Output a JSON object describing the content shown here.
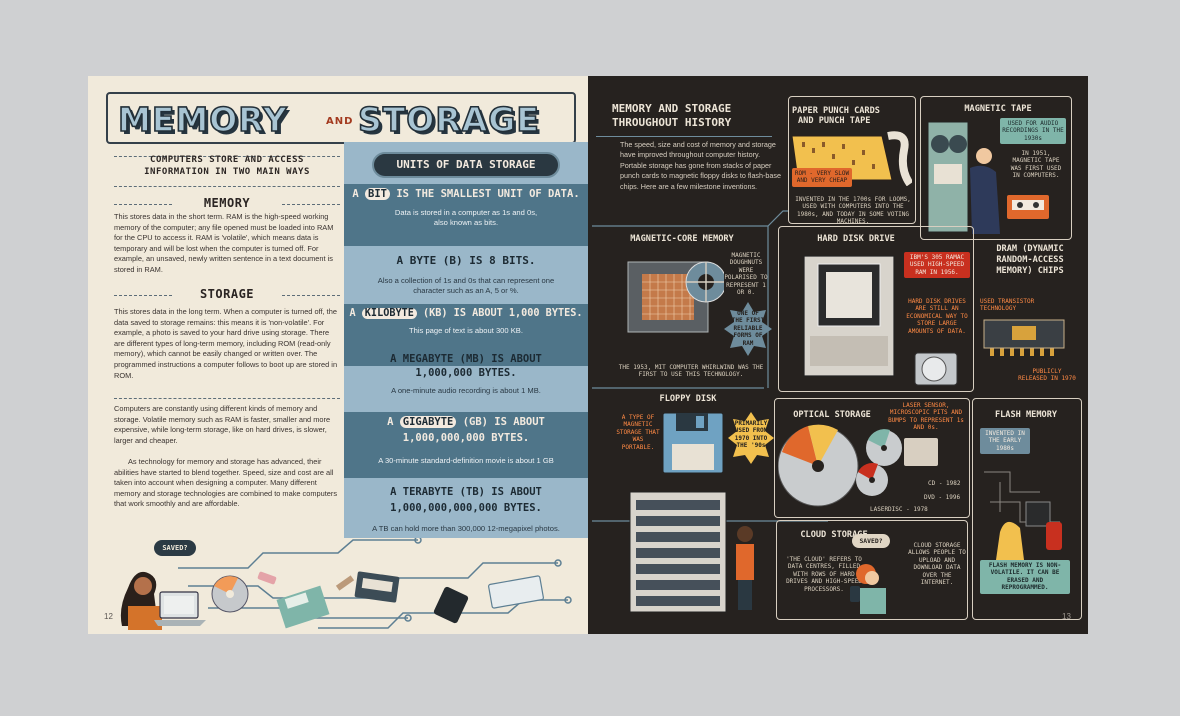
{
  "left_page": {
    "title": {
      "w1": "MEMORY",
      "w2": "AND",
      "w3": "STORAGE"
    },
    "intro": "COMPUTERS STORE AND ACCESS INFORMATION IN TWO MAIN WAYS",
    "memory": {
      "heading": "MEMORY",
      "text": "This stores data in the short term. RAM is the high-speed working memory of the computer; any file opened must be loaded into RAM for the CPU to access it. RAM is 'volatile', which means data is temporary and will be lost when the computer is turned off. For example, an unsaved, newly written sentence in a text document is stored in RAM."
    },
    "storage": {
      "heading": "STORAGE",
      "text": "This stores data in the long term. When a computer is turned off, the data saved to storage remains: this means it is 'non-volatile'. For example, a photo is saved to your hard drive using storage. There are different types of long-term memory, including ROM (read-only memory), which cannot be easily changed or written over. The programmed instructions a computer follows to boot up are stored in ROM."
    },
    "para3": "Computers are constantly using different kinds of memory and storage. Volatile memory such as RAM is faster, smaller and more expensive, while long-term storage, like on hard drives, is slower, larger and cheaper.",
    "para4": "As technology for memory and storage has advanced, their abilities have started to blend together. Speed, size and cost are all taken into account when designing a computer. Many different memory and storage technologies are combined to make computers that work smoothly and are affordable.",
    "saved_bubble": "SAVED?",
    "page_number": "12",
    "units": {
      "title": "UNITS OF DATA STORAGE",
      "bit": {
        "pre": "A",
        "term": "BIT",
        "post": "IS THE SMALLEST UNIT OF DATA.",
        "desc": "Data is stored in a computer as 1s and 0s, also known as bits."
      },
      "byte": {
        "head": "A BYTE (B) IS 8 BITS.",
        "desc": "Also a collection of 1s and 0s that can represent one character such as an A, 5 or %."
      },
      "kilobyte": {
        "pre": "A",
        "term": "KILOBYTE",
        "post": "(KB) IS ABOUT 1,000 BYTES.",
        "desc": "This page of text is about 300 KB."
      },
      "megabyte": {
        "line1": "A MEGABYTE (MB) IS ABOUT",
        "line2": "1,000,000 BYTES.",
        "desc": "A one-minute audio recording is about 1 MB."
      },
      "gigabyte": {
        "pre": "A",
        "term": "GIGABYTE",
        "post": "(GB) IS ABOUT",
        "line2": "1,000,000,000 BYTES.",
        "desc": "A 30-minute standard-definition movie is about 1 GB"
      },
      "terabyte": {
        "line1": "A TERABYTE (TB) IS ABOUT",
        "line2": "1,000,000,000,000 BYTES.",
        "desc": "A TB can hold more than 300,000 12-megapixel photos."
      }
    }
  },
  "right_page": {
    "history": {
      "title1": "MEMORY AND STORAGE",
      "title2": "THROUGHOUT HISTORY",
      "text": "The speed, size and cost of memory and storage have improved throughout computer history. Portable storage has gone from stacks of paper punch cards to magnetic floppy disks to flash-base chips. Here are a few milestone inventions."
    },
    "punch": {
      "title1": "PAPER PUNCH CARDS",
      "title2": "AND PUNCH TAPE",
      "rom": "ROM - VERY SLOW AND VERY CHEAP",
      "note": "INVENTED IN THE 1700s FOR LOOMS, USED WITH COMPUTERS INTO THE 1980s, AND TODAY IN SOME VOTING MACHINES."
    },
    "tape": {
      "title": "MAGNETIC TAPE",
      "audio": "USED FOR AUDIO RECORDINGS IN THE 1930s",
      "note": "IN 1951, MAGNETIC TAPE WAS FIRST USED IN COMPUTERS."
    },
    "core": {
      "title": "MAGNETIC-CORE MEMORY",
      "doughnuts": "MAGNETIC DOUGHNUTS WERE POLARISED TO REPRESENT 1 OR 0.",
      "star": "ONE OF THE FIRST RELIABLE FORMS OF RAM",
      "note": "THE 1953, MIT COMPUTER WHIRLWIND WAS THE FIRST TO USE THIS TECHNOLOGY."
    },
    "hdd": {
      "title": "HARD DISK DRIVE",
      "ibm": "IBM'S 305 RAMAC USED HIGH-SPEED RAM IN 1956.",
      "note": "HARD DISK DRIVES ARE STILL AN ECONOMICAL WAY TO STORE LARGE AMOUNTS OF DATA."
    },
    "dram": {
      "title": "DRAM (DYNAMIC RANDOM-ACCESS MEMORY) CHIPS",
      "tech": "USED TRANSISTOR TECHNOLOGY",
      "released": "PUBLICLY RELEASED IN 1970"
    },
    "floppy": {
      "title": "FLOPPY DISK",
      "note": "A TYPE OF MAGNETIC STORAGE THAT WAS PORTABLE.",
      "used": "PRIMARILY USED FROM 1970 INTO THE '90s"
    },
    "optical": {
      "title": "OPTICAL STORAGE",
      "laser": "LASER SENSOR, MICROSCOPIC PITS AND BUMPS TO REPRESENT 1s AND 0s.",
      "cd": "CD - 1982",
      "dvd": "DVD - 1996",
      "ld": "LASERDISC - 1978"
    },
    "flash": {
      "title": "FLASH MEMORY",
      "invented": "INVENTED IN THE EARLY 1980s",
      "note": "FLASH MEMORY IS NON-VOLATILE. IT CAN BE ERASED AND REPROGRAMMED."
    },
    "cloud": {
      "title": "CLOUD STORAGE",
      "text1": "'THE CLOUD' REFERS TO DATA CENTRES, FILLED WITH ROWS OF HARD DRIVES AND HIGH-SPEED PROCESSORS.",
      "saved": "SAVED?",
      "text2": "CLOUD STORAGE ALLOWS PEOPLE TO UPLOAD AND DOWNLOAD DATA OVER THE INTERNET."
    },
    "page_number": "13"
  }
}
